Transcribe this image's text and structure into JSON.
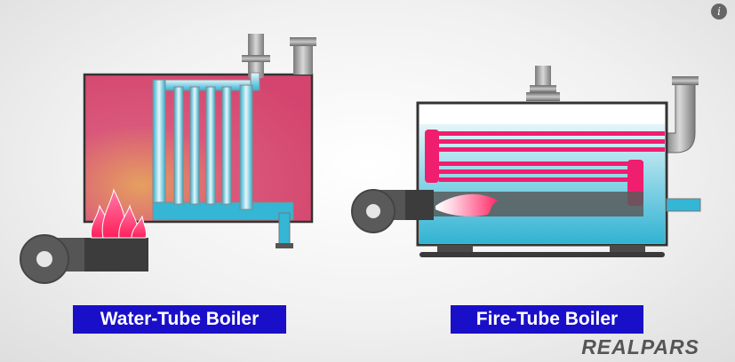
{
  "labels": {
    "water_tube": "Water-Tube Boiler",
    "fire_tube": "Fire-Tube Boiler"
  },
  "brand": "REALPARS",
  "info_glyph": "i",
  "colors": {
    "label_bg": "#1a0fc8",
    "hot_gas": "#d94a7a",
    "water": "#32b4d2",
    "fire_tube": "#f01e6e",
    "metal": "#8a8a8a",
    "burner": "#444444"
  }
}
